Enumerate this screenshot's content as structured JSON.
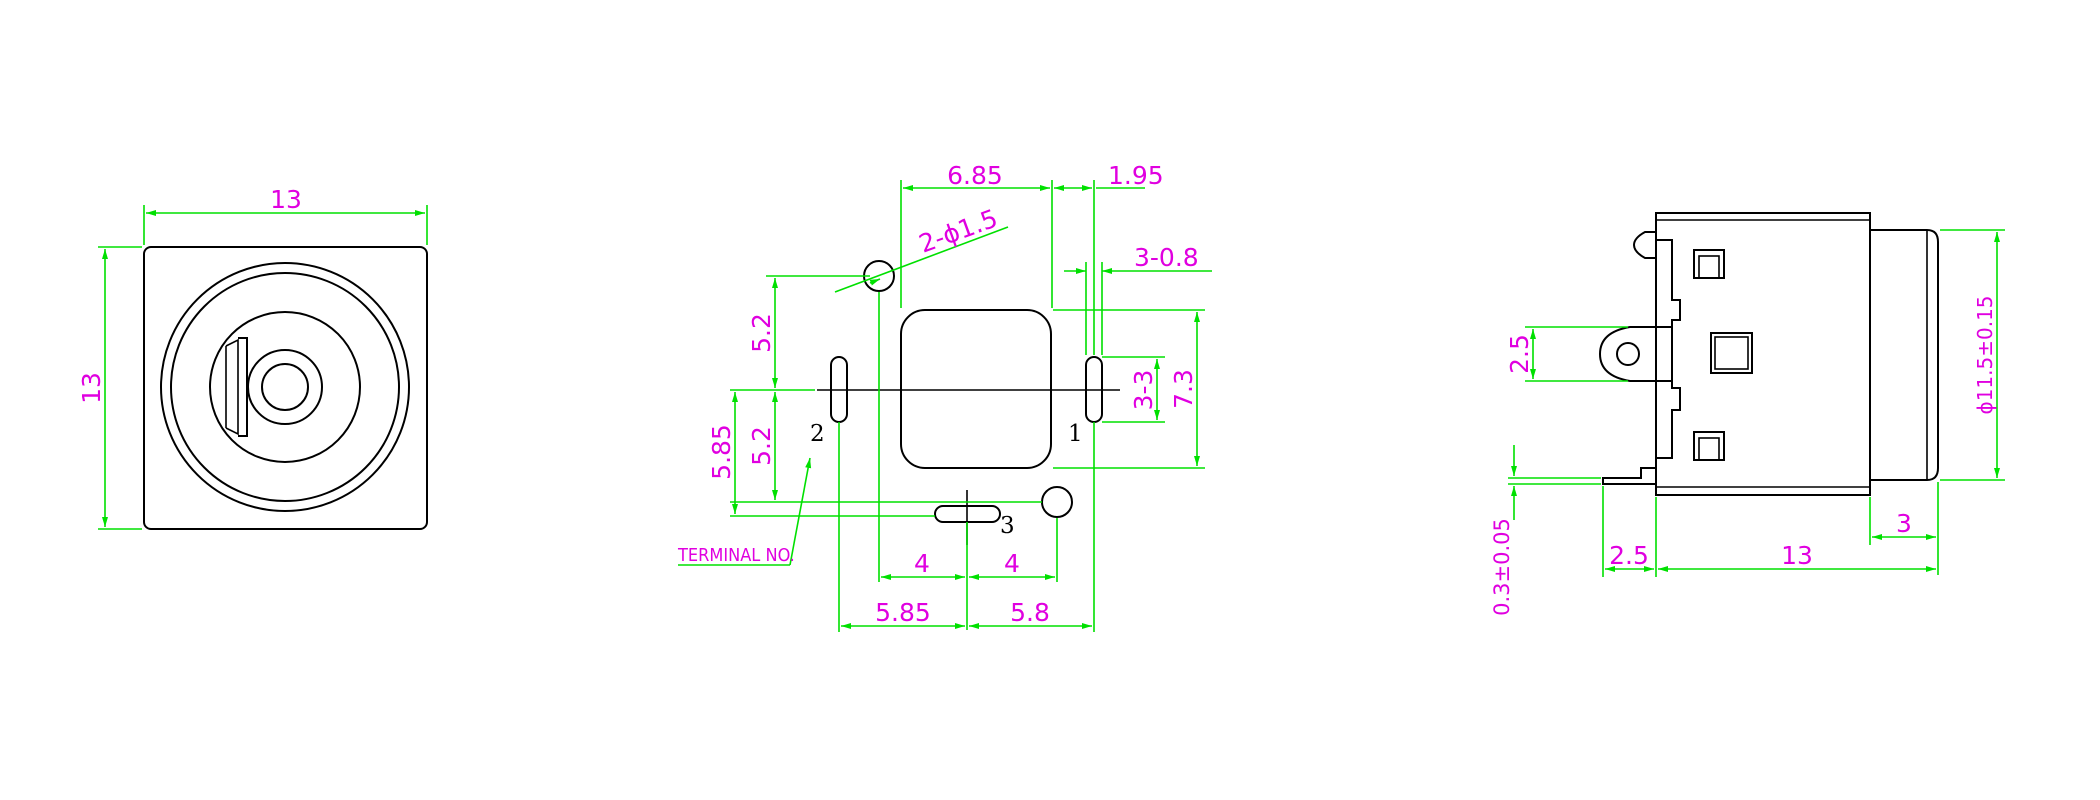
{
  "front_view": {
    "width_label": "13",
    "height_label": "13"
  },
  "footprint_view": {
    "dim_6_85": "6.85",
    "dim_1_95": "1.95",
    "hole_label": "2-ϕ1.5",
    "slot_label": "3-0.8",
    "dim_5_2_top": "5.2",
    "dim_5_2_bottom": "5.2",
    "dim_5_85_left": "5.85",
    "dim_3_3": "3-3",
    "dim_7_3": "7.3",
    "dim_4_left": "4",
    "dim_4_right": "4",
    "dim_5_85_bottom": "5.85",
    "dim_5_8": "5.8",
    "terminal_label": "TERMINAL NO.",
    "pin_1": "1",
    "pin_2": "2",
    "pin_3": "3"
  },
  "side_view": {
    "dim_2_5_left": "2.5",
    "diameter_label": "ϕ11.5±0.15",
    "dim_3": "3",
    "dim_0_3": "0.3±0.05",
    "dim_2_5_bottom": "2.5",
    "dim_13": "13"
  },
  "colors": {
    "dimension_line": "#00e000",
    "dimension_text": "#e000e0",
    "outline": "#000000"
  }
}
